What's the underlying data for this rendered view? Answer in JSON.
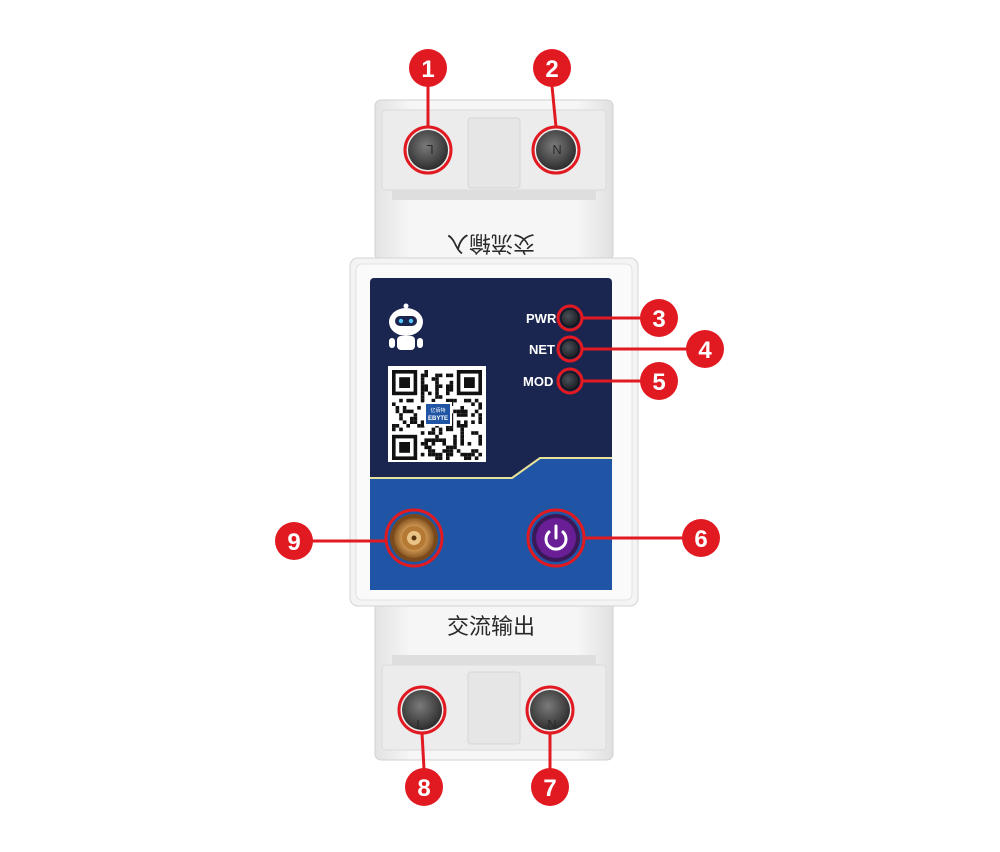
{
  "device": {
    "input_label": "交流输入",
    "output_label": "交流输出",
    "top_terminals": [
      "L",
      "N"
    ],
    "bottom_terminals": [
      "L",
      "N"
    ],
    "leds": [
      "PWR",
      "NET",
      "MOD"
    ],
    "qr_brand": "EBYTE",
    "qr_brand_small": "亿佰特"
  },
  "callouts": [
    "1",
    "2",
    "3",
    "4",
    "5",
    "6",
    "7",
    "8",
    "9"
  ],
  "colors": {
    "panel_dark": "#1b2650",
    "panel_blue": "#1f55a4",
    "callout_red": "#e11a22",
    "power_button": "#6a1e96",
    "housing": "#f1f1f1"
  }
}
